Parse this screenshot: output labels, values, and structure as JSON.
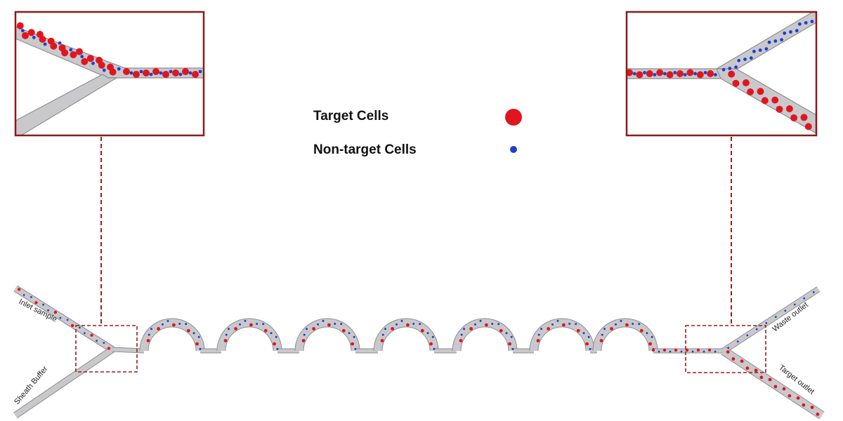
{
  "legend": {
    "target": {
      "label": "Target Cells",
      "color": "#e0161f"
    },
    "nontarget": {
      "label": "Non-target Cells",
      "color": "#1f3fcf"
    }
  },
  "ports": {
    "inlet_sample": "Inlet sample",
    "sheath_buffer": "Sheath Buffer",
    "waste_outlet": "Waste outlet",
    "target_outlet": "Target outlet"
  },
  "colors": {
    "channel_fill": "#c9c9cc",
    "channel_edge": "#8e8e93",
    "frame": "#8b1a1a",
    "dash": "#9b1c1c"
  }
}
